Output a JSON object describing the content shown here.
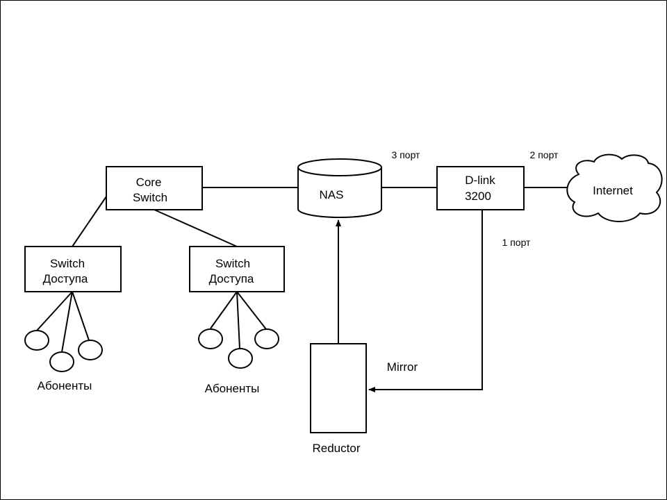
{
  "nodes": {
    "core_switch": {
      "line1": "Core",
      "line2": "Switch"
    },
    "nas": {
      "label": "NAS"
    },
    "dlink": {
      "line1": "D-link",
      "line2": "3200"
    },
    "internet": {
      "label": "Internet"
    },
    "access_switch_left": {
      "line1": "Switch",
      "line2": "Доступа"
    },
    "access_switch_right": {
      "line1": "Switch",
      "line2": "Доступа"
    },
    "reductor": {
      "label": "Reductor"
    },
    "subscribers_left": {
      "label": "Абоненты"
    },
    "subscribers_right": {
      "label": "Абоненты"
    }
  },
  "ports": {
    "port3": "3 порт",
    "port2": "2 порт",
    "port1": "1 порт"
  },
  "links": {
    "mirror": "Mirror"
  }
}
